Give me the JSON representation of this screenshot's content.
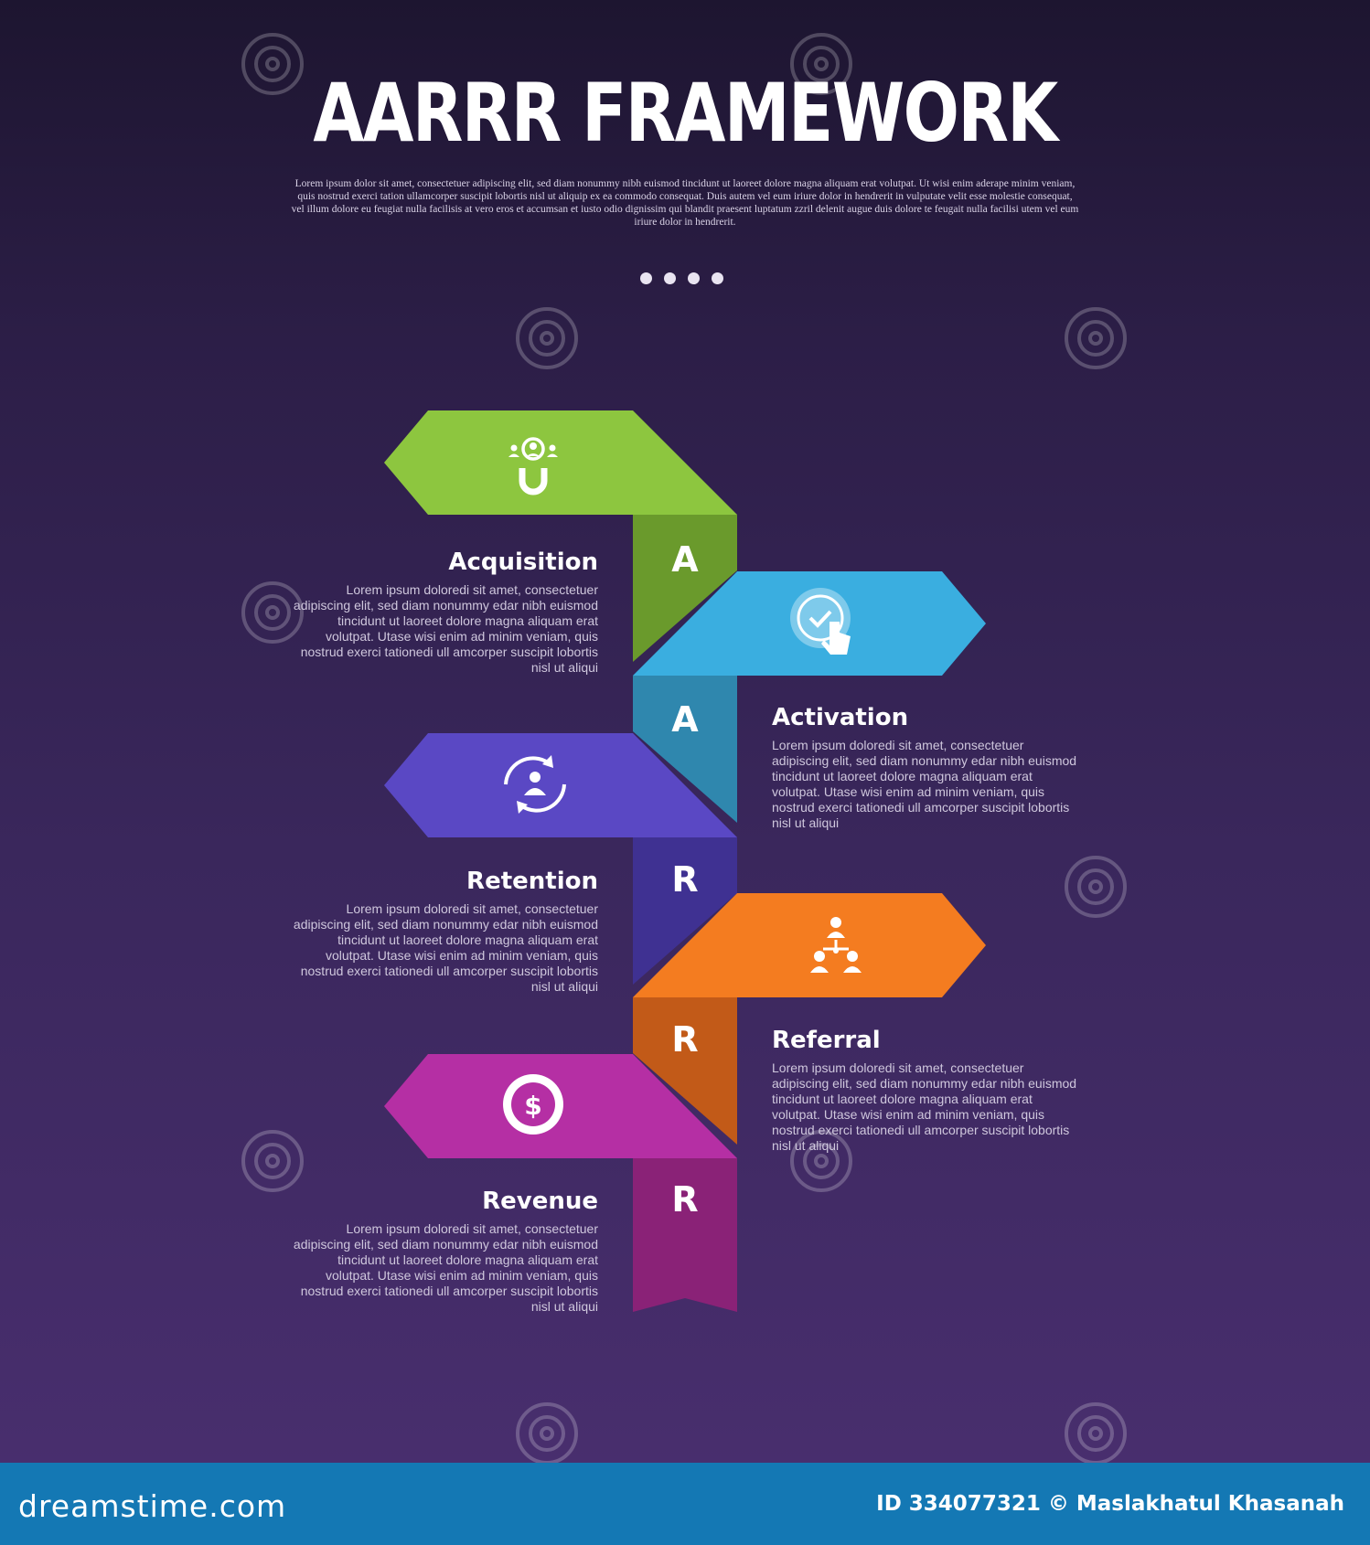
{
  "title": "AARRR FRAMEWORK",
  "intro": "Lorem ipsum dolor sit amet, consectetuer adipiscing elit, sed diam nonummy nibh euismod tincidunt ut laoreet dolore magna aliquam erat volutpat. Ut wisi enim aderape minim veniam, quis nostrud exerci tation ullamcorper suscipit lobortis nisl ut aliquip ex ea commodo consequat. Duis autem vel eum iriure dolor in hendrerit in vulputate velit esse molestie consequat, vel illum dolore eu feugiat nulla facilisis at vero eros et accumsan et iusto odio dignissim qui blandit praesent luptatum zzril delenit augue duis dolore te feugait nulla facilisi utem vel eum iriure dolor in hendrerit.",
  "steps": [
    {
      "letter": "A",
      "title": "Acquisition",
      "icon": "magnet-users-icon",
      "color": "#8dc63f",
      "stem_color": "#6a9a2c",
      "text": "Lorem ipsum doloredi sit amet, consectetuer adipiscing elit, sed diam nonummy edar nibh euismod tincidunt ut laoreet dolore magna aliquam erat volutpat. Utase wisi enim ad minim veniam, quis nostrud exerci tationedi ull amcorper suscipit lobortis nisl ut aliqui"
    },
    {
      "letter": "A",
      "title": "Activation",
      "icon": "touch-check-icon",
      "color": "#3aaee0",
      "stem_color": "#2f87ae",
      "text": "Lorem ipsum doloredi sit amet, consectetuer adipiscing elit, sed diam nonummy edar nibh euismod tincidunt ut laoreet dolore magna aliquam erat volutpat. Utase wisi enim ad minim veniam, quis nostrud exerci tationedi ull amcorper suscipit lobortis nisl ut aliqui"
    },
    {
      "letter": "R",
      "title": "Retention",
      "icon": "user-cycle-icon",
      "color": "#5a48c4",
      "stem_color": "#3f3192",
      "text": "Lorem ipsum doloredi sit amet, consectetuer adipiscing elit, sed diam nonummy edar nibh euismod tincidunt ut laoreet dolore magna aliquam erat volutpat. Utase wisi enim ad minim veniam, quis nostrud exerci tationedi ull amcorper suscipit lobortis nisl ut aliqui"
    },
    {
      "letter": "R",
      "title": "Referral",
      "icon": "referral-network-icon",
      "color": "#f47c20",
      "stem_color": "#c25a18",
      "text": "Lorem ipsum doloredi sit amet, consectetuer adipiscing elit, sed diam nonummy edar nibh euismod tincidunt ut laoreet dolore magna aliquam erat volutpat. Utase wisi enim ad minim veniam, quis nostrud exerci tationedi ull amcorper suscipit lobortis nisl ut aliqui"
    },
    {
      "letter": "R",
      "title": "Revenue",
      "icon": "dollar-coin-icon",
      "color": "#b52fa4",
      "stem_color": "#8a2277",
      "text": "Lorem ipsum doloredi sit amet, consectetuer adipiscing elit, sed diam nonummy edar nibh euismod tincidunt ut laoreet dolore magna aliquam erat volutpat. Utase wisi enim ad minim veniam, quis nostrud exerci tationedi ull amcorper suscipit lobortis nisl ut aliqui"
    }
  ],
  "watermark": "dreamstime",
  "footer": {
    "brand": "dreamstime.com",
    "credit": "ID 334077321 © Maslakhatul Khasanah"
  }
}
